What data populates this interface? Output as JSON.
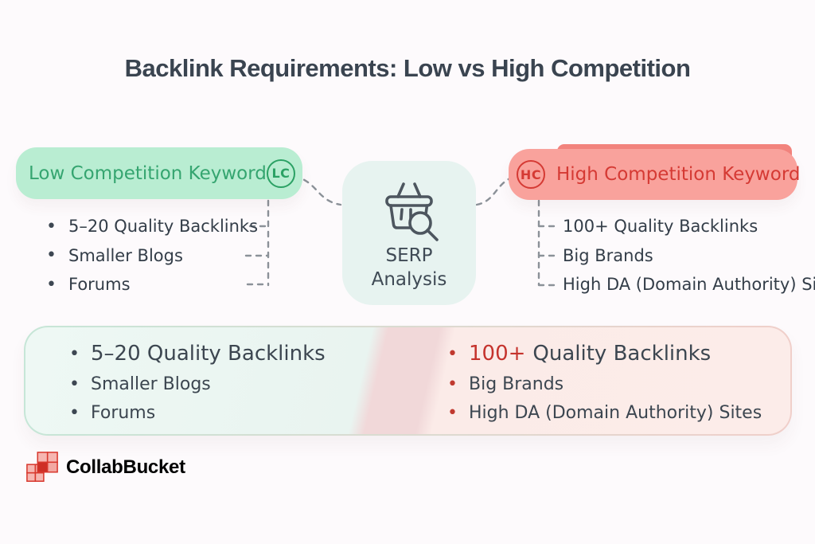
{
  "title": "Backlink Requirements: Low vs High Competition",
  "low": {
    "label": "Low Competition Keyword",
    "badge": "LC",
    "items": [
      "5–20 Quality Backlinks",
      "Smaller Blogs",
      "Forums"
    ]
  },
  "high": {
    "label": "High Competition Keyword",
    "badge": "HC",
    "items": [
      "100+ Quality Backlinks",
      "Big Brands",
      "High DA (Domain Authority) Sites"
    ]
  },
  "center": {
    "line1": "SERP",
    "line2": "Analysis",
    "icon": "basket-search-icon"
  },
  "summary": {
    "low_items": [
      "5–20 Quality Backlinks",
      "Smaller Blogs",
      "Forums"
    ],
    "high_first": {
      "highlight": "100+",
      "rest": "Quality Backlinks"
    },
    "high_items_rest": [
      "Big Brands",
      "High DA (Domain Authority) Sites"
    ]
  },
  "brand": {
    "name": "CollabBucket"
  },
  "colors": {
    "page_bg": "#fdfafc",
    "low_pill_bg": "#b9edd2",
    "low_text": "#35a570",
    "high_pill_bg": "#f9a29c",
    "high_text": "#d53a34",
    "center_box_bg": "#e7f3f0",
    "body_text": "#333d48",
    "connector": "#8b9198",
    "highlight_red": "#c5332d",
    "bullet_red": "#c0392f"
  }
}
